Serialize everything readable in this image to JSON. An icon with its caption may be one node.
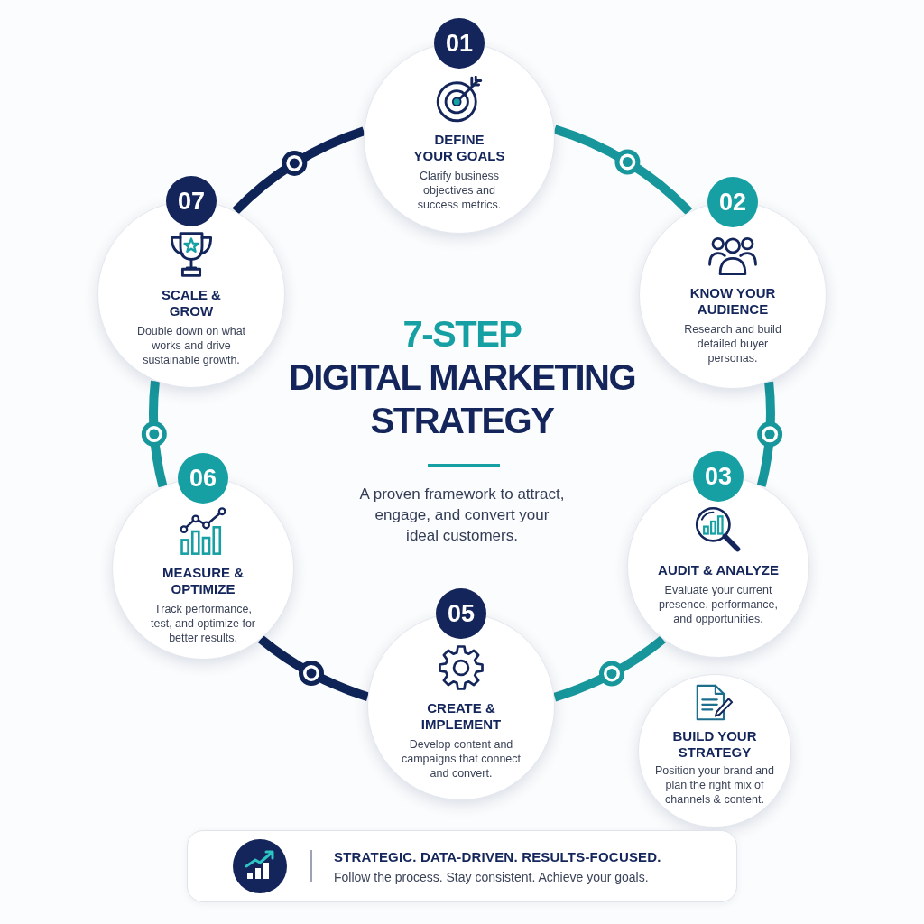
{
  "diagram": {
    "title": "7-STEP DIGITAL MARKETING STRATEGY",
    "nodes": [
      {
        "text": [
          "01",
          "DEFINE YOUR GOALS",
          "Clarify business objectives and success metrics."
        ]
      },
      {
        "text": [
          "02",
          "KNOW YOUR AUDIENCE",
          "Research and build detailed buyer personas."
        ]
      },
      {
        "text": [
          "03",
          "AUDIT & ANALYZE",
          "Evaluate your current presence, performance, and opportunities."
        ]
      },
      {
        "text": [
          "BUILD YOUR STRATEGY",
          "Position your brand and plan the right mix of channels & content."
        ]
      },
      {
        "text": [
          "05",
          "CREATE & IMPLEMENT",
          "Develop content and campaigns that connect and convert."
        ]
      },
      {
        "text": [
          "06",
          "MEASURE & OPTIMIZE",
          "Track performance, test, and optimize for better results."
        ]
      },
      {
        "text": [
          "07",
          "SCALE & GROW",
          "Double down on what works and drive sustainable growth."
        ]
      },
      {
        "text": [
          "STRATEGIC. DATA-DRIVEN. RESULTS-FOCUSED.",
          "Follow the process. Stay consistent. Achieve your goals."
        ]
      }
    ],
    "edges": [
      {
        "from": 0,
        "to": 1,
        "arrow": "none"
      },
      {
        "from": 1,
        "to": 2,
        "arrow": "none"
      },
      {
        "from": 2,
        "to": 4,
        "arrow": "none"
      },
      {
        "from": 4,
        "to": 5,
        "arrow": "none",
        "color": "#0f2456"
      },
      {
        "from": 5,
        "to": 6,
        "arrow": "none"
      },
      {
        "from": 6,
        "to": 0,
        "arrow": "none",
        "color": "#0f2456"
      }
    ],
    "labels": [
      "A proven framework to attract, engage, and convert your ideal customers."
    ]
  }
}
